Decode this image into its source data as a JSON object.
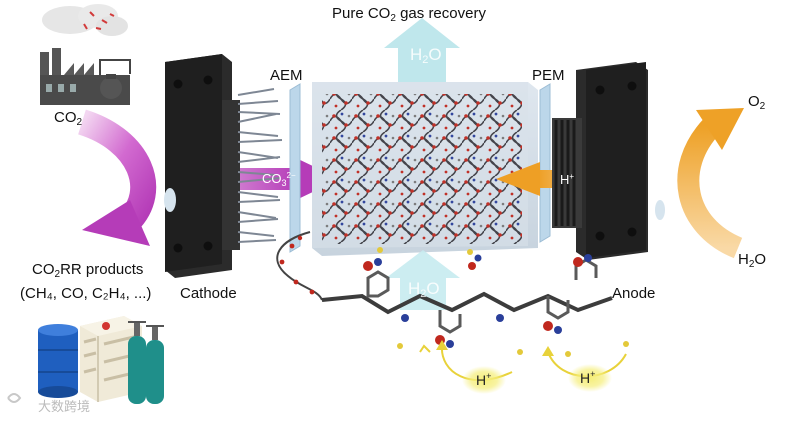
{
  "labels": {
    "title_prefix": "Pure CO",
    "title_sub": "2",
    "title_suffix": " gas recovery",
    "co2_main": "CO",
    "co2_sub": "2",
    "aem": "AEM",
    "pem": "PEM",
    "o2_main": "O",
    "o2_sub": "2",
    "h2o_main": "H",
    "h2o_sub": "2",
    "h2o_tail": "O",
    "products_a": "CO",
    "products_b": "2",
    "products_c": "RR products",
    "products_line2": "(CH₄, CO, C₂H₄, ...)",
    "cathode": "Cathode",
    "anode": "Anode",
    "carbonate_main": "CO",
    "carbonate_sub": "3",
    "carbonate_sup": "2−",
    "proton_main": "H",
    "proton_sup": "+",
    "ghost_top_main": "H",
    "ghost_top_sub": "2",
    "ghost_top_tail": "O",
    "ghost_mid_main": "H",
    "ghost_mid_sub": "2",
    "ghost_mid_tail": "O",
    "hplus_1_main": "H",
    "hplus_1_sup": "+",
    "hplus_2_main": "H",
    "hplus_2_sup": "+",
    "watermark": "大数跨境"
  },
  "colors": {
    "co2_arrow": "#c64fc6",
    "anode_arrow": "#f0a32a",
    "h2o_arrow": "#bfe7ec",
    "electrode": "#262626",
    "membrane": "#bcd7ea",
    "polymer_red": "#c0281e",
    "polymer_blue": "#2a3f9a",
    "proton_glow": "#f3e86a",
    "tank_blue": "#1f5fbf",
    "tank_teal": "#1f8f8a"
  },
  "icons": [
    "factory-icon",
    "gas-cylinder-icon",
    "barrel-icon",
    "crate-icon"
  ]
}
